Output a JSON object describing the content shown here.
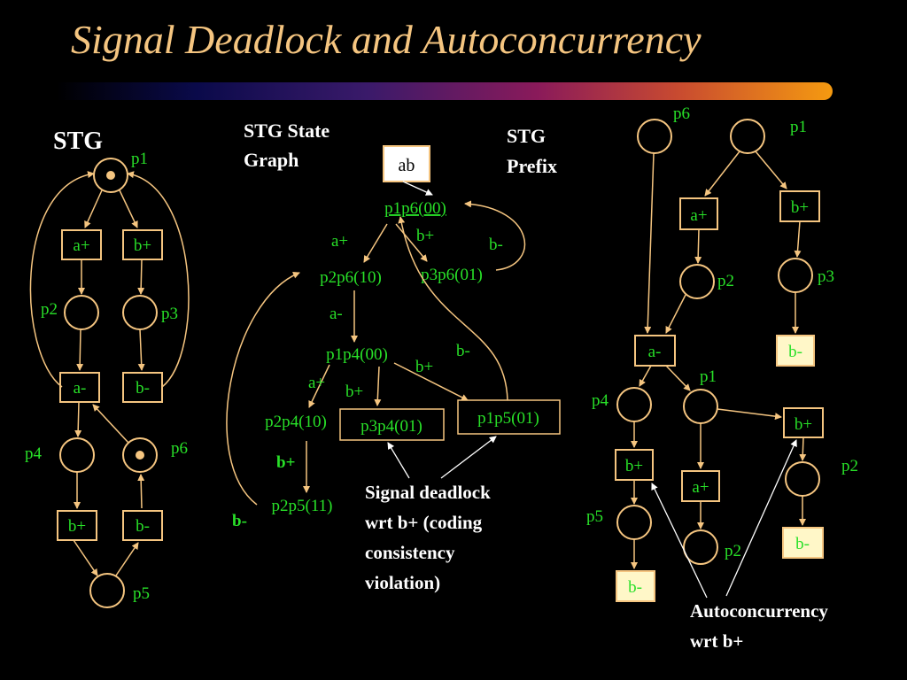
{
  "title": "Signal Deadlock and Autoconcurrency",
  "colors": {
    "accent": "#f5c580",
    "label": "#28e028",
    "text": "#ffffff",
    "background": "#000000",
    "highlight_fill": "#fff7c8"
  },
  "stg": {
    "heading": "STG",
    "places": {
      "p1": "p1",
      "p2": "p2",
      "p3": "p3",
      "p4": "p4",
      "p5": "p5",
      "p6": "p6"
    },
    "transitions": {
      "a_plus": "a+",
      "b_plus_top": "b+",
      "a_minus": "a-",
      "b_minus_mid": "b-",
      "b_plus_bottom": "b+",
      "b_minus_bottom": "b-"
    },
    "marked_places": [
      "p1",
      "p6"
    ]
  },
  "state_graph": {
    "heading_line1": "STG State",
    "heading_line2": "Graph",
    "signal_order": "ab",
    "states": {
      "s1": "p1p6(00)",
      "s2": "p2p6(10)",
      "s3": "p3p6(01)",
      "s4": "p1p4(00)",
      "s5": "p2p4(10)",
      "s6": "p3p4(01)",
      "s7": "p1p5(01)",
      "s8": "p2p5(11)"
    },
    "edge_labels": {
      "e1": "a+",
      "e2": "b+",
      "e3": "b-",
      "e4": "a-",
      "e5": "b-",
      "e6": "b+",
      "e7": "a+",
      "e8": "b+",
      "e9": "b+",
      "e10": "b-"
    },
    "note_lines": [
      "Signal deadlock",
      "wrt b+ (coding",
      "consistency",
      "violation)"
    ]
  },
  "prefix": {
    "heading_line1": "STG",
    "heading_line2": "Prefix",
    "places": {
      "p6": "p6",
      "p1_top": "p1",
      "p2_a": "p2",
      "p3": "p3",
      "p1_mid": "p1",
      "p4": "p4",
      "p5": "p5",
      "p2_b": "p2",
      "p2_c": "p2"
    },
    "transitions": {
      "a_plus_1": "a+",
      "b_plus_1": "b+",
      "b_minus_1": "b-",
      "a_minus": "a-",
      "b_plus_2": "b+",
      "b_plus_3": "b+",
      "a_plus_2": "a+",
      "b_minus_2": "b-",
      "b_minus_3": "b-"
    },
    "note_lines": [
      "Autoconcurrency",
      "wrt b+"
    ]
  }
}
